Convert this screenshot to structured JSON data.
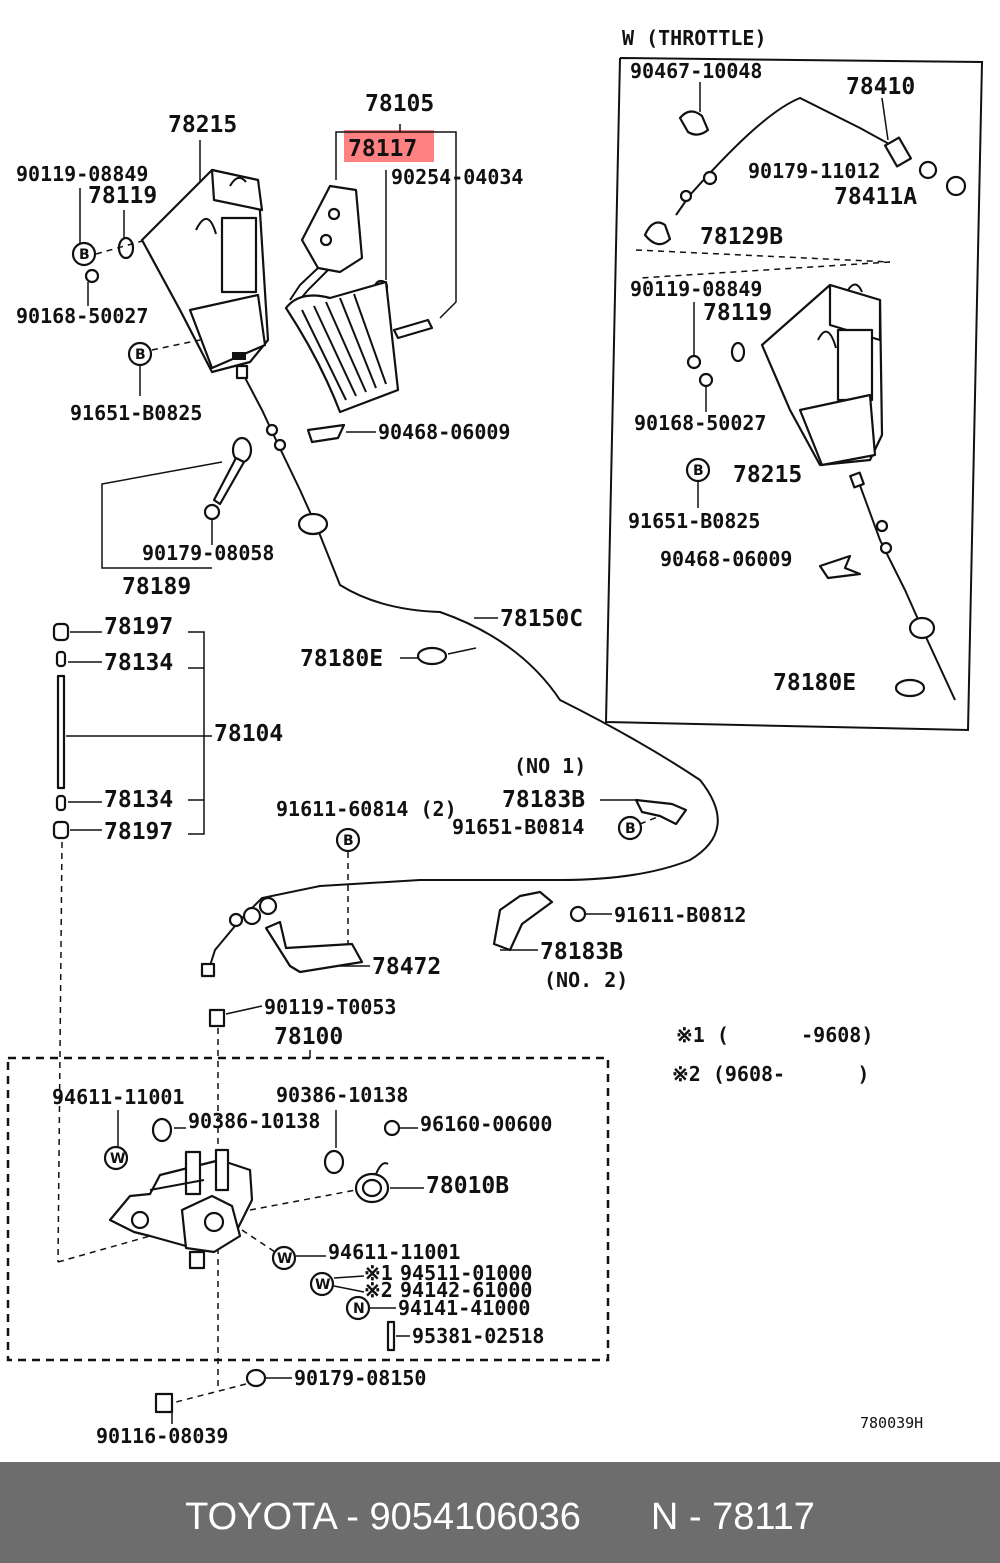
{
  "diagram": {
    "highlight_color": "#ff6b6b",
    "parts": {
      "w_throttle": "W (THROTTLE)",
      "p78215": "78215",
      "p78105": "78105",
      "p78117": "78117",
      "p90254": "90254-04034",
      "p90119_08849": "90119-08849",
      "p78119": "78119",
      "p90168_50027": "90168-50027",
      "p91651_b0825": "91651-B0825",
      "p90468_06009": "90468-06009",
      "p90179_08058": "90179-08058",
      "p78189": "78189",
      "p78197a": "78197",
      "p78134a": "78134",
      "p78104": "78104",
      "p78134b": "78134",
      "p78197b": "78197",
      "p78150c": "78150C",
      "p78180e": "78180E",
      "no1": "(NO 1)",
      "p78183b_1": "78183B",
      "p91611_60814": "91611-60814 (2)",
      "p91651_b0814": "91651-B0814",
      "p91611_b0812": "91611-B0812",
      "p78183b_2": "78183B",
      "no2": "(NO. 2)",
      "p78472": "78472",
      "p90119_t0053": "90119-T0053",
      "p78100": "78100",
      "note1": "※1 (      -9608)",
      "note2": "※2 (9608-      )",
      "p94611_a": "94611-11001",
      "p90386_a": "90386-10138",
      "p90386_b": "90386-10138",
      "p96160": "96160-00600",
      "p78010b": "78010B",
      "p94611_b": "94611-11001",
      "p94511": "94511-01000",
      "p94142": "94142-61000",
      "p94141": "94141-41000",
      "p95381": "95381-02518",
      "mark1": "※1",
      "mark2": "※2",
      "p90179_08150": "90179-08150",
      "p90116_08039": "90116-08039",
      "drawing_no": "780039H",
      "r90467": "90467-10048",
      "r78410": "78410",
      "r90179_11012": "90179-11012",
      "r78411a": "78411A",
      "r78129b": "78129B",
      "r90119_08849": "90119-08849",
      "r78119": "78119",
      "r90168_50027": "90168-50027",
      "r78215": "78215",
      "r91651_b0825": "91651-B0825",
      "r90468_06009": "90468-06009",
      "r78180e": "78180E"
    },
    "circle_marks": {
      "b": "B",
      "w": "W",
      "n": "N"
    }
  },
  "footer": {
    "brand": "TOYOTA",
    "separator": " - ",
    "part_number": "9054106036",
    "ref_prefix": "N - ",
    "ref_number": "78117"
  }
}
